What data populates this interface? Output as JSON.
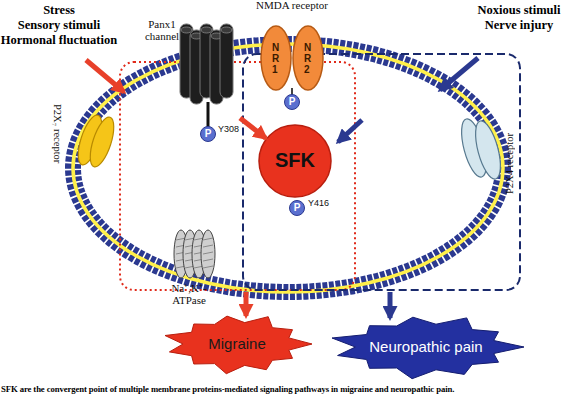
{
  "diagram": {
    "caption": "SFK are the convergent point of multiple membrane proteins-mediated signaling pathways in migraine and neuropathic pain.",
    "nodes": [
      {
        "text": [
          "Panx1 channel",
          "P",
          "Y308"
        ]
      },
      {
        "text": [
          "NMDA receptor",
          "NR1",
          "NR2",
          "P"
        ]
      },
      {
        "text": [
          "P2X₇ receptor"
        ]
      },
      {
        "text": [
          "SFK",
          "P",
          "Y416"
        ]
      },
      {
        "text": [
          "P2X4 receptor"
        ]
      },
      {
        "text": [
          "Na⁺,K⁺-ATPase"
        ]
      },
      {
        "text": [
          "Migraine"
        ]
      },
      {
        "text": [
          "Neuropathic pain"
        ]
      }
    ],
    "edges": [
      {
        "from": 0,
        "to": 3,
        "arrow": "to"
      }
    ],
    "labels": [
      "Stress",
      "Sensory stimuli",
      "Hormonal fluctuation",
      "Noxious stimuli",
      "Nerve injury"
    ]
  }
}
